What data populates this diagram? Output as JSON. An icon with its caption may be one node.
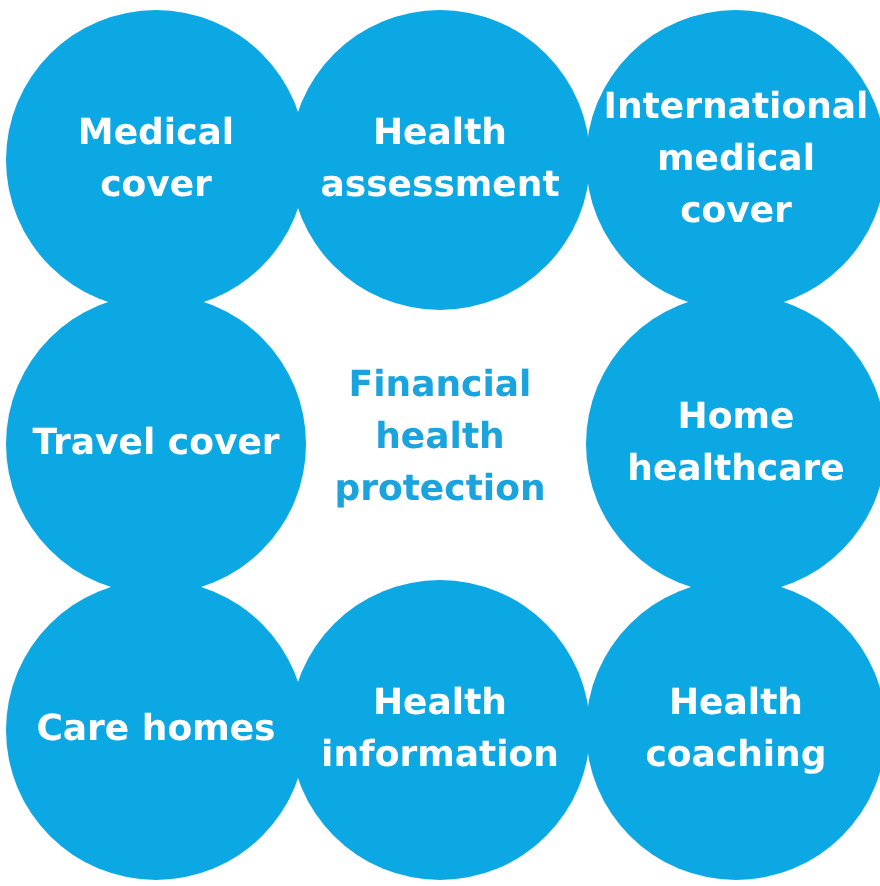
{
  "diagram": {
    "nodes": [
      {
        "text": [
          "Medical cover"
        ]
      },
      {
        "text": [
          "Health assessment"
        ]
      },
      {
        "text": [
          "International medical cover"
        ]
      },
      {
        "text": [
          "Travel cover"
        ]
      },
      {
        "text": [
          "Home healthcare"
        ]
      },
      {
        "text": [
          "Care homes"
        ]
      },
      {
        "text": [
          "Health information"
        ]
      },
      {
        "text": [
          "Health coaching"
        ]
      }
    ],
    "edges": [],
    "labels": [
      "Financial health protection"
    ]
  }
}
